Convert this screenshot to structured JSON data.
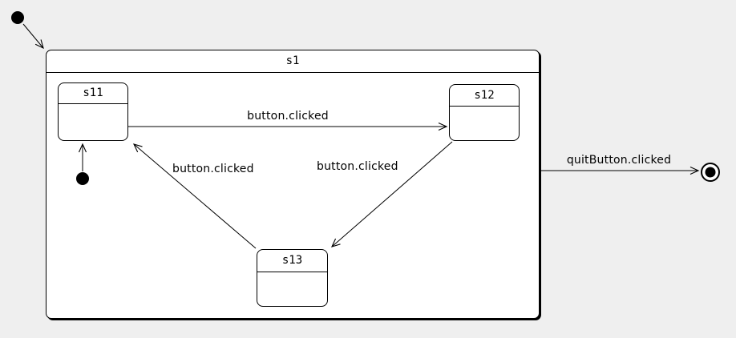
{
  "diagram": {
    "type": "uml-statechart",
    "outer_state": {
      "id": "s1",
      "label": "s1"
    },
    "states": [
      {
        "id": "s11",
        "label": "s11"
      },
      {
        "id": "s12",
        "label": "s12"
      },
      {
        "id": "s13",
        "label": "s13"
      }
    ],
    "pseudostates": [
      {
        "id": "initial-outer",
        "kind": "initial",
        "target": "s1"
      },
      {
        "id": "initial-inner",
        "kind": "initial",
        "target": "s11"
      },
      {
        "id": "final",
        "kind": "final"
      }
    ],
    "transitions": [
      {
        "from": "s11",
        "to": "s12",
        "label": "button.clicked"
      },
      {
        "from": "s12",
        "to": "s13",
        "label": "button.clicked"
      },
      {
        "from": "s13",
        "to": "s11",
        "label": "button.clicked"
      },
      {
        "from": "s1",
        "to": "final",
        "label": "quitButton.clicked"
      }
    ],
    "colors": {
      "background": "#efefef",
      "state_fill": "#ffffff",
      "line": "#000000"
    }
  }
}
